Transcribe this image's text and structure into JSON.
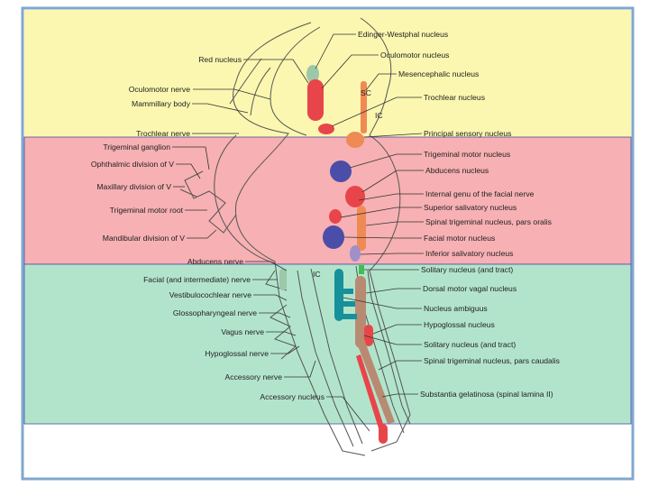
{
  "colors": {
    "band_midbrain": "#fbf7b0",
    "band_pons": "#f7b0b3",
    "band_medulla": "#b2e4cc",
    "frame": "#7fa8cf",
    "motor_red": "#e8454a",
    "sensory_orange": "#f08a55",
    "tan": "#b98a72",
    "teal": "#16909a",
    "green": "#3fbf4f",
    "purple": "#4a4ea8",
    "mauve": "#a08fc8",
    "sage": "#9cc7a8"
  },
  "markers": {
    "sc": "SC",
    "ic_upper": "IC",
    "ic_lower": "IC"
  },
  "labels_left": {
    "red_nucleus": "Red nucleus",
    "oculomotor_nerve": "Oculomotor nerve",
    "mammillary_body": "Mammillary body",
    "trochlear_nerve": "Trochlear nerve",
    "trigeminal_ganglion": "Trigeminal ganglion",
    "ophthalmic_division": "Ophthalmic division of V",
    "maxillary_division": "Maxillary division of V",
    "trigeminal_motor_root": "Trigeminal motor root",
    "mandibular_division": "Mandibular division of V",
    "abducens_nerve": "Abducens nerve",
    "facial_nerve": "Facial (and intermediate) nerve",
    "vestibulocochlear_nerve": "Vestibulocochlear nerve",
    "glossopharyngeal_nerve": "Glossopharyngeal nerve",
    "vagus_nerve": "Vagus nerve",
    "hypoglossal_nerve": "Hypoglossal nerve",
    "accessory_nerve": "Accessory nerve",
    "accessory_nucleus": "Accessory nucleus"
  },
  "labels_right": {
    "edinger_westphal": "Edinger-Westphal nucleus",
    "oculomotor_nucleus": "Oculomotor nucleus",
    "mesencephalic_nucleus": "Mesencephalic nucleus",
    "trochlear_nucleus": "Trochlear nucleus",
    "principal_sensory": "Principal sensory nucleus",
    "trigeminal_motor": "Trigeminal motor nucleus",
    "abducens_nucleus": "Abducens nucleus",
    "internal_genu": "Internal genu of the facial nerve",
    "superior_salivatory": "Superior salivatory nucleus",
    "spinal_trigeminal_oralis": "Spinal trigeminal nucleus, pars oralis",
    "facial_motor": "Facial motor nucleus",
    "inferior_salivatory": "Inferior salivatory nucleus",
    "solitary_upper": "Solitary nucleus (and tract)",
    "dorsal_motor_vagal": "Dorsal motor vagal nucleus",
    "nucleus_ambiguus": "Nucleus ambiguus",
    "hypoglossal_nucleus": "Hypoglossal nucleus",
    "solitary_lower": "Solitary nucleus (and tract)",
    "spinal_trigeminal_caudalis": "Spinal trigeminal nucleus, pars caudalis",
    "substantia_gelatinosa": "Substantia gelatinosa (spinal lamina II)"
  }
}
